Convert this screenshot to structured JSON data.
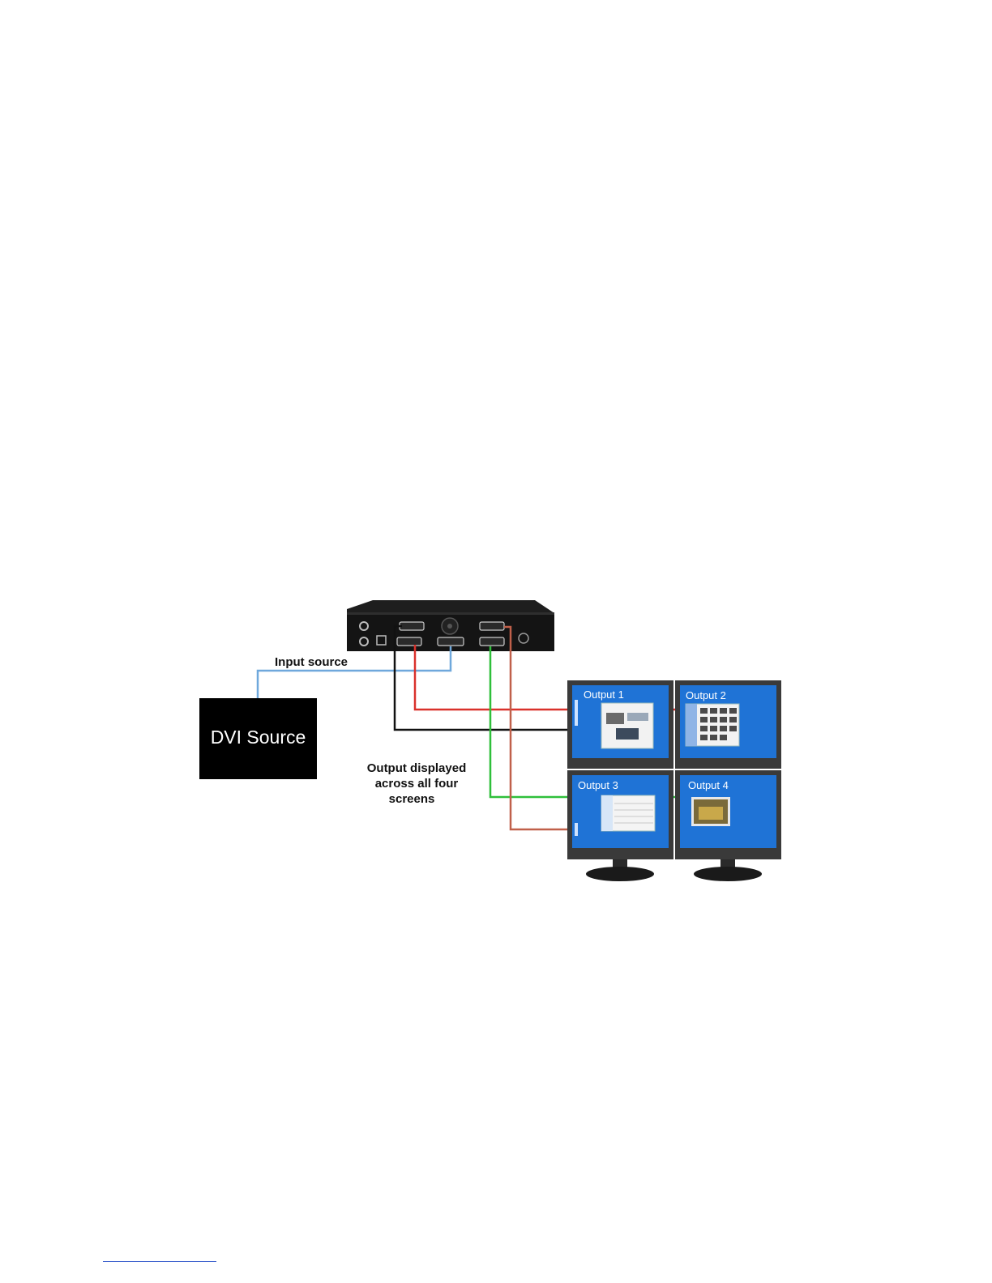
{
  "source_box": {
    "label": "DVI Source"
  },
  "labels": {
    "input": "Input source",
    "output_lines": [
      "Output displayed",
      "across all four",
      "screens"
    ]
  },
  "monitors": [
    {
      "label": "Output 1"
    },
    {
      "label": "Output 2"
    },
    {
      "label": "Output 3"
    },
    {
      "label": "Output 4"
    }
  ],
  "colors": {
    "input_cable": "#6fa8dc",
    "cable_black": "#111111",
    "cable_red": "#d9312b",
    "cable_green": "#2fbf3a",
    "cable_brown": "#c0604a",
    "screen_blue": "#1f73d6"
  }
}
